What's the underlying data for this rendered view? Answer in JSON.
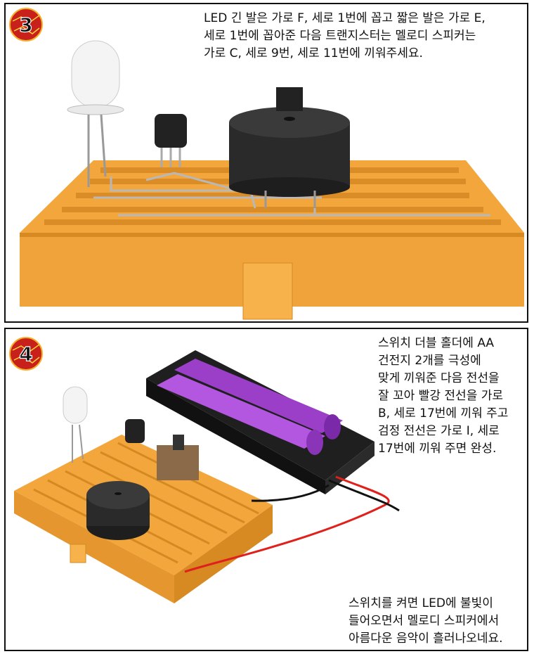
{
  "steps": [
    {
      "number": "3",
      "text": "LED 긴 발은 가로 F, 세로 1번에 꼽고 짧은 발은 가로 E,\n세로 1번에 꼽아준 다음  트랜지스터는 멜로디 스피커는\n가로 C, 세로 9번, 세로 11번에 끼워주세요."
    },
    {
      "number": "4",
      "text": "스위치 더블 홀더에 AA\n건전지 2개를 극성에\n맞게 끼워준 다음 전선을\n잘 꼬아 빨강 전선을 가로\nB, 세로 17번에 끼워 주고\n검정 전선은 가로 I, 세로\n17번에 끼워 주면 완성.",
      "result_text": "스위치를 켜면 LED에 불빛이\n들어오면서 멜로디 스피커에서\n아름다운 음악이 흘러나오네요."
    }
  ],
  "colors": {
    "breadboard": "#f3a63c",
    "breadboard_dark": "#d78a22",
    "battery": "#9b3fc8",
    "badge": "#c8201a"
  }
}
